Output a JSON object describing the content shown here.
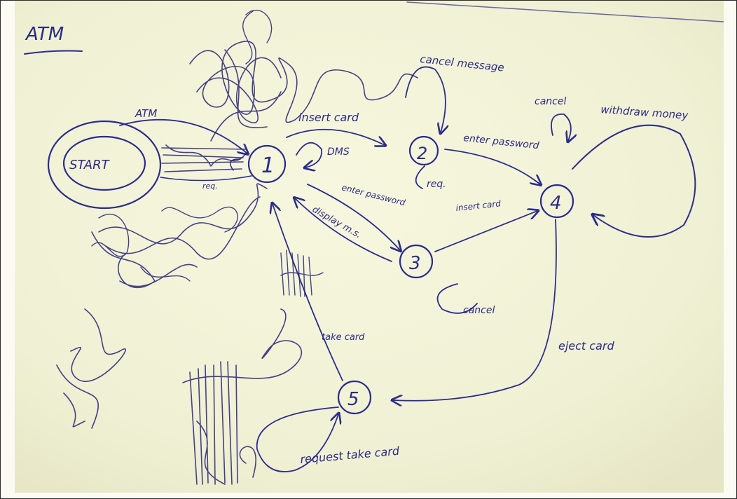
{
  "title": "ATM",
  "states": [
    {
      "id": "start",
      "label": "START"
    },
    {
      "id": "s1",
      "label": "1"
    },
    {
      "id": "s2",
      "label": "2"
    },
    {
      "id": "s3",
      "label": "3"
    },
    {
      "id": "s4",
      "label": "4"
    },
    {
      "id": "s5",
      "label": "5"
    }
  ],
  "labels": {
    "atm_req": "ATM",
    "req_small": "req.",
    "insert_card_1": "insert card",
    "dms": "DMS",
    "cancel_message": "cancel message",
    "creq": "req.",
    "enter_password_1": "enter password",
    "cancel_4": "cancel",
    "withdraw_money": "withdraw money",
    "enter_password_2": "enter password",
    "insert_card_2": "insert card",
    "display_ms": "display m.s.",
    "cancel_3": "cancel",
    "eject_card": "eject card",
    "take_card": "take card",
    "request_take_card": "request take card"
  },
  "colors": {
    "ink": "#2b2c8a",
    "paper": "#f3f3d9"
  }
}
